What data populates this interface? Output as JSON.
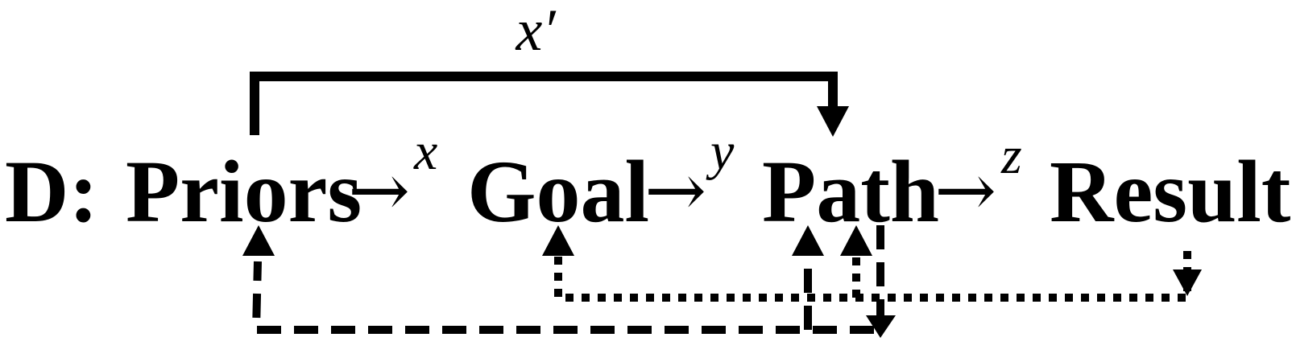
{
  "diagram": {
    "prefix": "D:",
    "nodes": [
      "Priors",
      "Goal",
      "Path",
      "Result"
    ],
    "edge_labels": [
      "x",
      "y",
      "z"
    ],
    "arrow_symbol": "→",
    "top_label": "x′"
  },
  "colors": {
    "ink": "#000000",
    "background": "#ffffff"
  }
}
